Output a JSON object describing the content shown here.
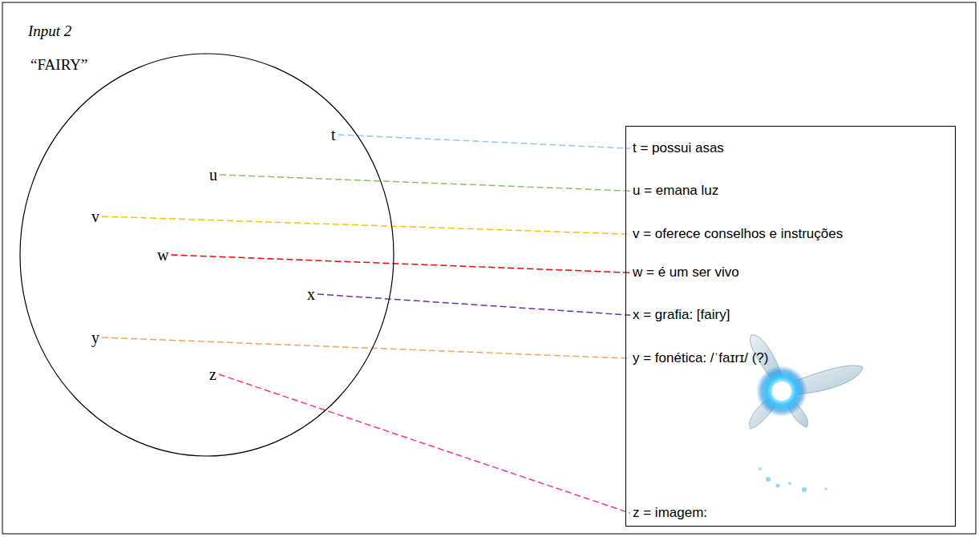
{
  "diagram": {
    "title": "Input 2",
    "nodes": [
      {
        "text": [
          "“FAIRY”"
        ]
      },
      {
        "text": [
          "t"
        ],
        "in": 0
      },
      {
        "text": [
          "u"
        ],
        "in": 0
      },
      {
        "text": [
          "v"
        ],
        "in": 0
      },
      {
        "text": [
          "w"
        ],
        "in": 0
      },
      {
        "text": [
          "x"
        ],
        "in": 0
      },
      {
        "text": [
          "y"
        ],
        "in": 0
      },
      {
        "text": [
          "z"
        ],
        "in": 0
      },
      {
        "text": []
      },
      {
        "text": [
          "t = possui asas"
        ],
        "in": 8
      },
      {
        "text": [
          "u = emana luz"
        ],
        "in": 8
      },
      {
        "text": [
          "v = oferece conselhos e instruções"
        ],
        "in": 8
      },
      {
        "text": [
          "w = é um ser vivo"
        ],
        "in": 8
      },
      {
        "text": [
          "x = grafia: [fairy]"
        ],
        "in": 8
      },
      {
        "text": [
          "y = fonética: /ˈfaɪrɪ/ (?)"
        ],
        "in": 8
      },
      {
        "text": [
          "z = imagem:"
        ],
        "in": 8
      }
    ],
    "edges": [
      {
        "from": 1,
        "to": 9,
        "arrow": "none"
      },
      {
        "from": 2,
        "to": 10,
        "arrow": "none"
      },
      {
        "from": 3,
        "to": 11,
        "arrow": "none"
      },
      {
        "from": 4,
        "to": 12,
        "arrow": "none"
      },
      {
        "from": 5,
        "to": 13,
        "arrow": "none"
      },
      {
        "from": 6,
        "to": 14,
        "arrow": "none"
      },
      {
        "from": 7,
        "to": 15,
        "arrow": "none"
      }
    ]
  }
}
